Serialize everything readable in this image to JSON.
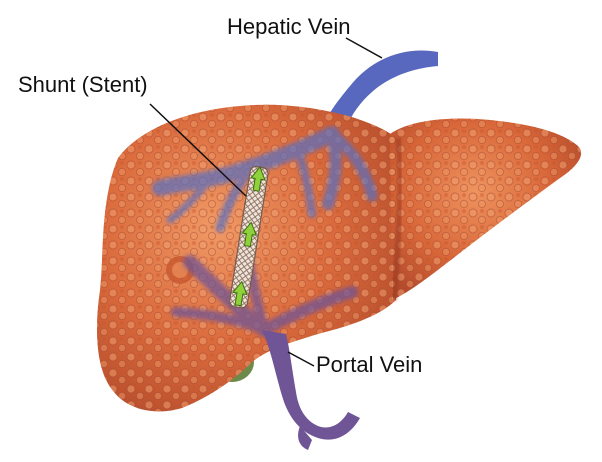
{
  "labels": {
    "hepatic_vein": "Hepatic Vein",
    "shunt": "Shunt (Stent)",
    "portal_vein": "Portal Vein"
  },
  "colors": {
    "liver_base": "#D9673A",
    "liver_dark": "#B2482A",
    "liver_light": "#EE9260",
    "hepatic_vein": "#5A6FC0",
    "portal_vein": "#6F5596",
    "gallbladder": "#6C8A4A",
    "stent_body": "#EDE3DA",
    "flow_arrow": "#8FD13A"
  },
  "icons": {
    "flow_arrow": "up-arrow-icon"
  }
}
